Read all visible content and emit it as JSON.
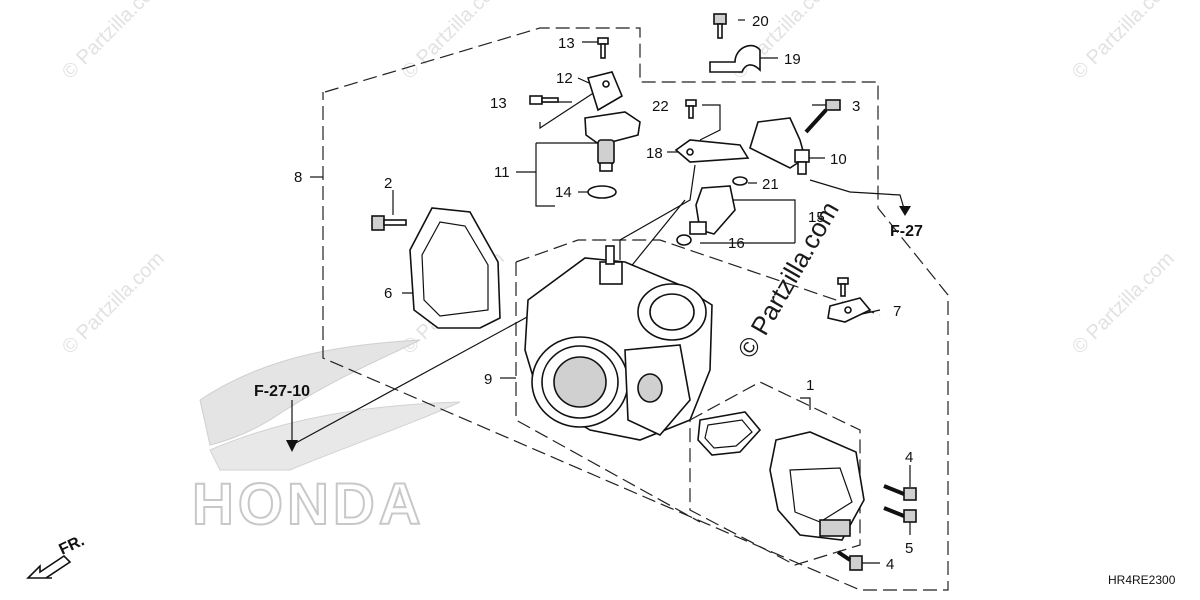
{
  "labels": {
    "l1": "1",
    "l2": "2",
    "l3": "3",
    "l4a": "4",
    "l4b": "4",
    "l5": "5",
    "l6": "6",
    "l7": "7",
    "l8": "8",
    "l9": "9",
    "l10": "10",
    "l11": "11",
    "l12": "12",
    "l13a": "13",
    "l13b": "13",
    "l14": "14",
    "l16": "16",
    "l15": "15",
    "l18": "18",
    "l19": "19",
    "l20": "20",
    "l21": "21",
    "l22": "22"
  },
  "refs": {
    "f27": "F-27",
    "f2710": "F-27-10",
    "fr": "FR."
  },
  "diagram_code": "HR4RE2300",
  "watermarks": {
    "small": "© Partzilla.com",
    "large": "© Partzilla.com"
  },
  "brand_logo_text": "HONDA"
}
